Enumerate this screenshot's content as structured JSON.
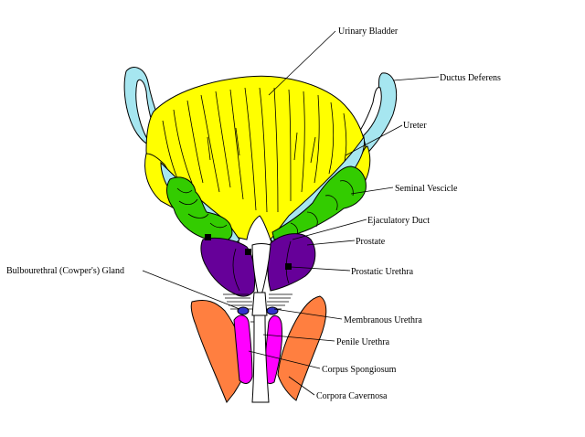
{
  "diagram": {
    "labels": {
      "urinary_bladder": "Urinary Bladder",
      "ductus_deferens": "Ductus Deferens",
      "ureter": "Ureter",
      "seminal_vesicle": "Seminal Vescicle",
      "ejaculatory_duct": "Ejaculatory Duct",
      "prostate": "Prostate",
      "prostatic_urethra": "Prostatic Urethra",
      "bulbourethral_gland": "Bulbourethral (Cowper's) Gland",
      "membranous_urethra": "Membranous Urethra",
      "penile_urethra": "Penile Urethra",
      "corpus_spongiosum": "Corpus Spongiosum",
      "corpora_cavernosa": "Corpora Cavernosa"
    },
    "colors": {
      "bladder": "#ffff00",
      "ductus_deferens": "#a6e6f0",
      "seminal_vesicle": "#33cc00",
      "prostate": "#660099",
      "bulbourethral_gland": "#3333cc",
      "corpus_spongiosum": "#ff00ff",
      "corpora_cavernosa": "#ff7f40",
      "outline": "#000000"
    }
  }
}
